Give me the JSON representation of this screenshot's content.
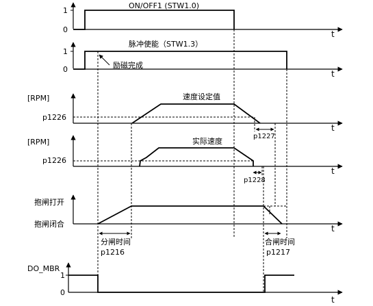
{
  "diagram": {
    "time_label": "t",
    "tracks": {
      "on_off": {
        "title": "ON/OFF1 (STW1.0)",
        "level_high": "1",
        "level_low": "0"
      },
      "pulse_enable": {
        "title": "脉冲使能（STW1.3）",
        "level_high": "1",
        "level_low": "0",
        "annotation": "励磁完成"
      },
      "speed_setpoint": {
        "unit": "[RPM]",
        "threshold": "p1226",
        "title": "速度设定值",
        "delay_label": "p1227"
      },
      "actual_speed": {
        "unit": "[RPM]",
        "threshold": "p1226",
        "title": "实际速度",
        "delay_label": "p1228"
      },
      "brake": {
        "label_open": "抱闸打开",
        "label_closed": "抱闸闭合"
      },
      "do_mbr": {
        "title": "DO_MBR",
        "level_high": "1",
        "level_low": "0"
      }
    },
    "timings": {
      "open_time_label": "分闸时间",
      "open_time_param": "p1216",
      "close_time_label": "合闸时间",
      "close_time_param": "p1217"
    }
  }
}
